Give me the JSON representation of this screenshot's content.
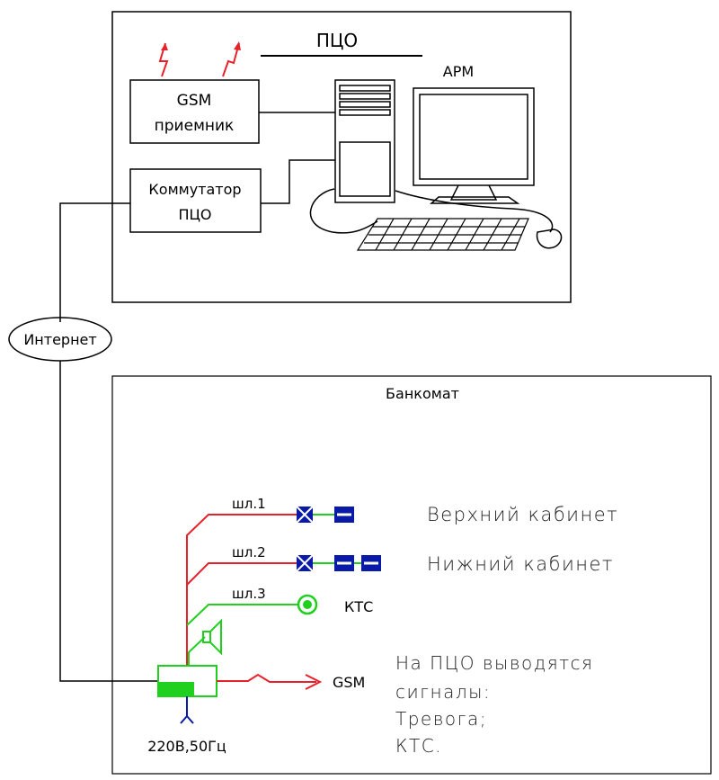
{
  "pco": {
    "title": "ПЦО",
    "arm": "АРМ",
    "gsm_receiver": [
      "GSM",
      "приемник"
    ],
    "switch": [
      "Коммутатор",
      "ПЦО"
    ]
  },
  "internet": "Интернет",
  "atm": {
    "title": "Банкомат",
    "loops": [
      "шл.1",
      "шл.2",
      "шл.3"
    ],
    "upper_cabinet": "Верхний кабинет",
    "lower_cabinet": "Нижний кабинет",
    "kts": "КТС",
    "gsm": "GSM",
    "power": "220В,50Гц",
    "signals": [
      "На ПЦО выводятся",
      "сигналы:",
      "Тревога;",
      "КТС."
    ]
  },
  "colors": {
    "red_line": "#e8202a",
    "green_line": "#1fd01f",
    "blue_sensor": "#0a1aa8"
  }
}
